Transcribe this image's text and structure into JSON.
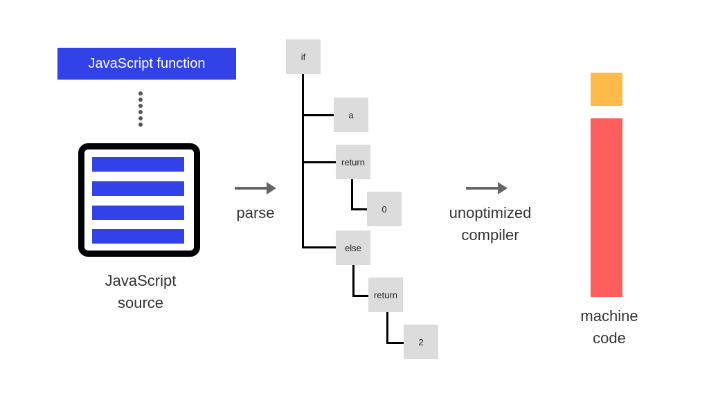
{
  "colors": {
    "blue": "#3342e6",
    "orange": "#ffbb4a",
    "red": "#ff5e5e",
    "node_gray": "#dcdcdc",
    "arrow_gray": "#666666"
  },
  "header": {
    "label": "JavaScript function"
  },
  "source": {
    "caption_line1": "JavaScript",
    "caption_line2": "source"
  },
  "arrows": {
    "parse_label": "parse",
    "compiler_line1": "unoptimized",
    "compiler_line2": "compiler"
  },
  "ast": {
    "if": "if",
    "a": "a",
    "return1": "return",
    "zero": "0",
    "else": "else",
    "return2": "return",
    "two": "2"
  },
  "machine": {
    "caption_line1": "machine",
    "caption_line2": "code"
  }
}
